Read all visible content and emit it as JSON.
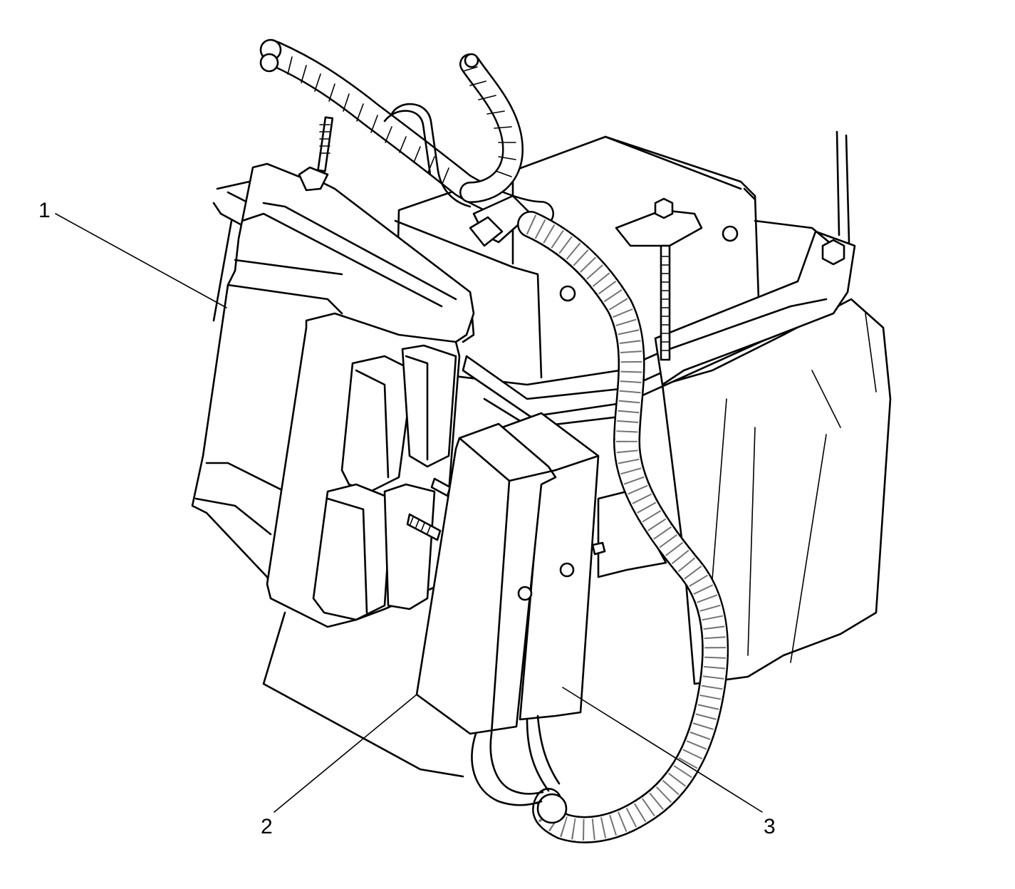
{
  "callouts": [
    {
      "id": 1,
      "label": "1"
    },
    {
      "id": 2,
      "label": "2"
    },
    {
      "id": 3,
      "label": "3"
    }
  ]
}
